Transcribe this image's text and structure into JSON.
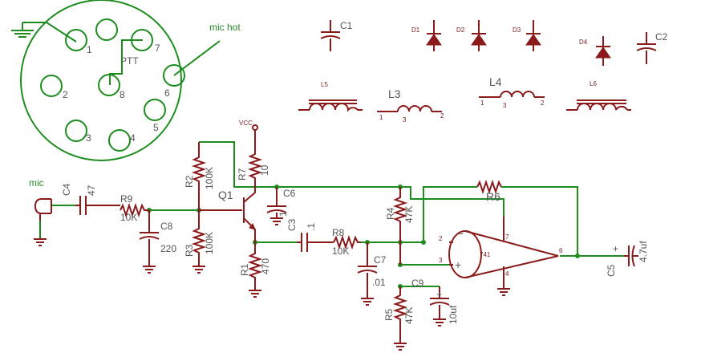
{
  "connector": {
    "pins": [
      "1",
      "2",
      "3",
      "4",
      "5",
      "6",
      "7",
      "8"
    ],
    "ptt_label": "PTT",
    "mic_hot_label": "mic hot"
  },
  "components": {
    "C1": "C1",
    "C2": "C2",
    "D1": "D1",
    "D2": "D2",
    "D3": "D3",
    "D4": "D4",
    "L5": "L5",
    "L6": "L6",
    "L3": "L3",
    "L4": "L4",
    "L3_pins": [
      "1",
      "3",
      "2"
    ],
    "L4_pins": [
      "1",
      "3",
      "2"
    ]
  },
  "circuit": {
    "mic_label": "mic",
    "C4": "C4",
    "C4_value": "47",
    "R9": "R9",
    "R9_value": "10K",
    "C8": "C8",
    "C8_value": "220",
    "R2": "R2",
    "R2_value": "100K",
    "R3": "R3",
    "R3_value": "100K",
    "Q1": "Q1",
    "vcc": "VCC",
    "R7": "R7",
    "R7_value": "10",
    "C6": "C6",
    "C6_value": "1",
    "R1": "R1",
    "R1_value": "470",
    "C3": "C3",
    "C3_value": ".1",
    "R8": "R8",
    "R8_value": "10K",
    "C7": "C7",
    "C7_value": ".01",
    "R4": "R4",
    "R4_value": "47K",
    "R5": "R5",
    "R5_value": "47K",
    "C9": "C9",
    "C9_value": "10uf",
    "R6": "R6",
    "opamp": "741",
    "opamp_pins": [
      "2",
      "3",
      "7",
      "4",
      "6"
    ],
    "C5": "C5",
    "C5_value": "4.7uf",
    "plus": "+",
    "minus": "−"
  }
}
